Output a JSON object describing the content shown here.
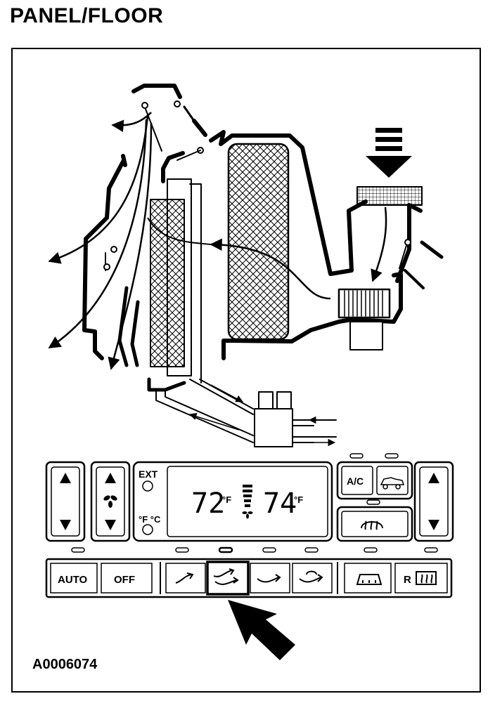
{
  "title": "PANEL/FLOOR",
  "figure_id": "A0006074",
  "panel": {
    "ext_label": "EXT",
    "temp_left": "72",
    "temp_right": "74",
    "temp_unit": "°F",
    "unit_toggle_label": "°F °C",
    "buttons": {
      "auto": "AUTO",
      "off": "OFF",
      "ac": "A/C",
      "rear_defrost": "R"
    },
    "selected_mode": "panel-floor"
  },
  "icons": [
    "arrow-up-icon",
    "arrow-down-icon",
    "fan-icon",
    "recirc-car-icon",
    "defrost-icon",
    "panel-vent-icon",
    "panel-floor-icon",
    "floor-icon",
    "floor-defrost-icon",
    "windshield-defrost-icon",
    "rear-defrost-icon",
    "pointer-arrow-icon",
    "fresh-air-arrow-icon"
  ]
}
